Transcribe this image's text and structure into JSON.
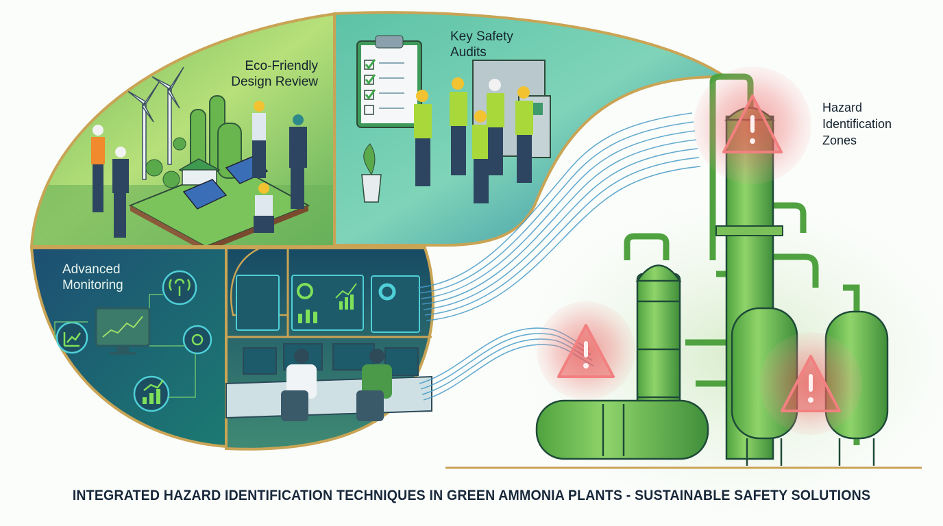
{
  "title": "INTEGRATED HAZARD IDENTIFICATION TECHNIQUES IN GREEN AMMONIA PLANTS - SUSTAINABLE SAFETY SOLUTIONS",
  "panels": {
    "eco_design": {
      "line1": "Eco-Friendly",
      "line2": "Design Review"
    },
    "safety_audits": {
      "line1": "Key Safety",
      "line2": "Audits"
    },
    "monitoring": {
      "line1": "Advanced",
      "line2": "Monitoring"
    },
    "hazard_zones": {
      "line1": "Hazard",
      "line2": "Identification",
      "line3": "Zones"
    }
  },
  "colors": {
    "gold_border": "#c9a455",
    "eco_green": "#8cc96a",
    "audit_teal": "#4fb3a6",
    "monitor_navy": "#1e4f6e",
    "plant_green": "#5fb04a",
    "hazard_red": "#e85a5a",
    "flow_blue": "#4a9cc8"
  },
  "icons": [
    "wind-turbine-icon",
    "solar-panel-icon",
    "clipboard-checklist-icon",
    "signal-tower-icon",
    "trend-chart-icon",
    "gear-icon",
    "bar-chart-icon",
    "warning-triangle-icon"
  ]
}
